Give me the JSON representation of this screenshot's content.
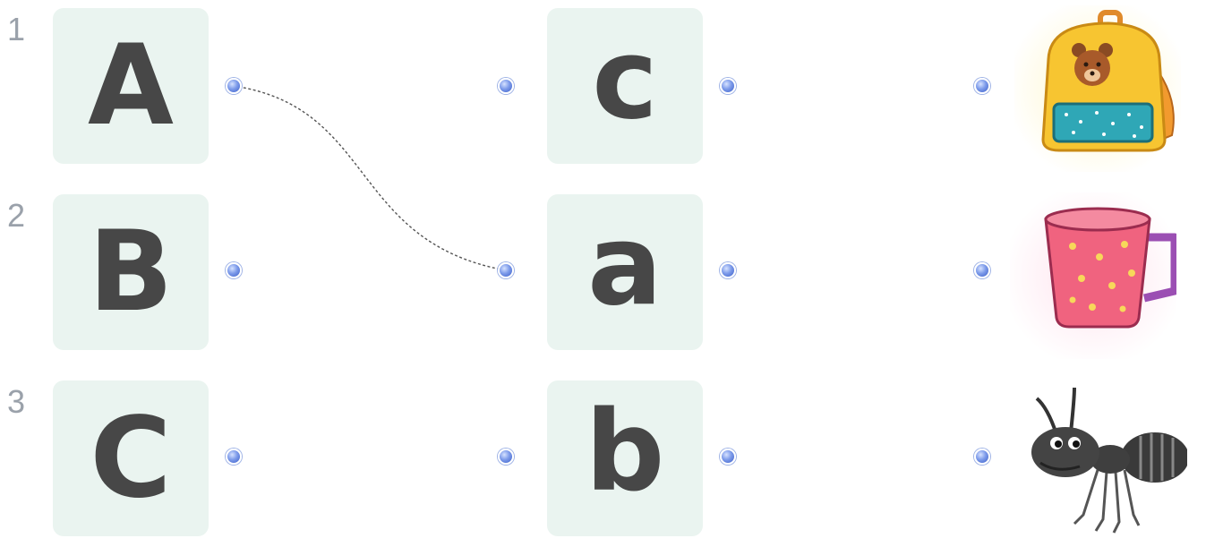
{
  "rows": [
    {
      "number": "1",
      "uppercase": "A",
      "lowercase": "c",
      "picture": "backpack-icon"
    },
    {
      "number": "2",
      "uppercase": "B",
      "lowercase": "a",
      "picture": "cup-icon"
    },
    {
      "number": "3",
      "uppercase": "C",
      "lowercase": "b",
      "picture": "ant-icon"
    }
  ],
  "connections": [
    {
      "from": "uppercase-A",
      "to": "lowercase-a"
    }
  ],
  "colors": {
    "card_background": "#eaf4f0",
    "letter_color": "#474747",
    "dot_color": "#5b7fe0",
    "line_color": "#555555"
  }
}
